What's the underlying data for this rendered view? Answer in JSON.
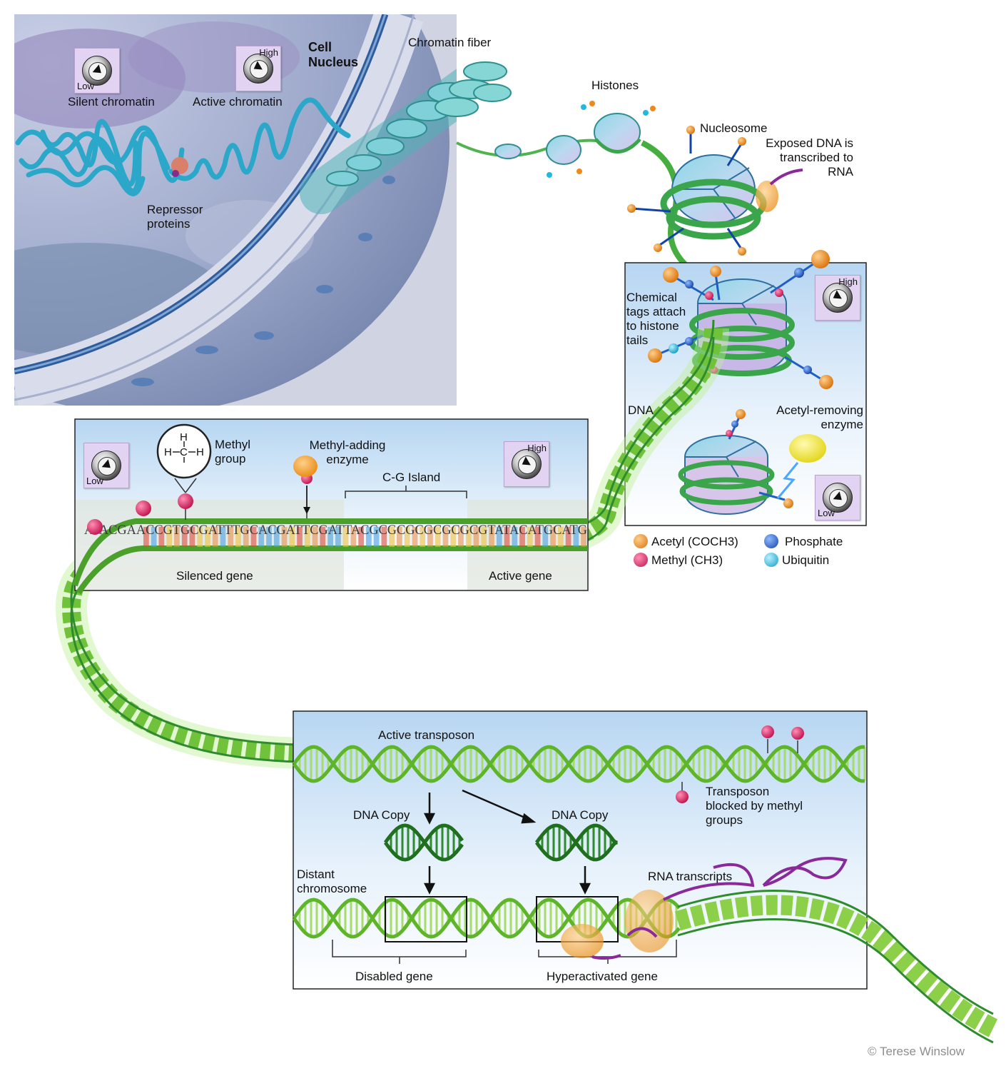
{
  "labels": {
    "cell_nucleus": "Cell Nucleus",
    "chromatin_fiber": "Chromatin fiber",
    "silent_chromatin": "Silent chromatin",
    "active_chromatin": "Active chromatin",
    "repressor_proteins": "Repressor proteins",
    "histones": "Histones",
    "nucleosome": "Nucleosome",
    "exposed_dna": "Exposed DNA is transcribed to RNA",
    "chemical_tags": "Chemical tags attach to histone tails",
    "dna": "DNA",
    "acetyl_removing_enzyme": "Acetyl-removing enzyme",
    "methyl_group": "Methyl group",
    "methyl_adding_enzyme": "Methyl-adding enzyme",
    "cg_island": "C-G Island",
    "silenced_gene": "Silenced gene",
    "active_gene": "Active gene",
    "active_transposon": "Active transposon",
    "dna_copy": "DNA Copy",
    "transposon_blocked": "Transposon blocked by methyl groups",
    "distant_chromosome": "Distant chromosome",
    "rna_transcripts": "RNA transcripts",
    "disabled_gene": "Disabled gene",
    "hyperactivated_gene": "Hyperactivated gene",
    "copyright": "© Terese Winslow"
  },
  "dials": {
    "low": "Low",
    "high": "High"
  },
  "methyl_formula": {
    "h": "H",
    "c": "C"
  },
  "dna_sequence": "ATACGAACCGTGCGATTTGCACGATTCGATTACGCGCGCGCGCGCGTATACATGCATG",
  "legend": [
    {
      "label": "Acetyl (COCH3)",
      "color": "#ef8a1a"
    },
    {
      "label": "Methyl (CH3)",
      "color": "#d62a6a"
    },
    {
      "label": "Phosphate",
      "color": "#1f5fc4"
    },
    {
      "label": "Ubiquitin",
      "color": "#22b8e0"
    }
  ],
  "colors": {
    "dna_green": "#6fc23a",
    "dna_dark": "#2e8b2e",
    "nucleus_blue": "#7b8fb6",
    "panel_sky": "#cfe4f7"
  }
}
